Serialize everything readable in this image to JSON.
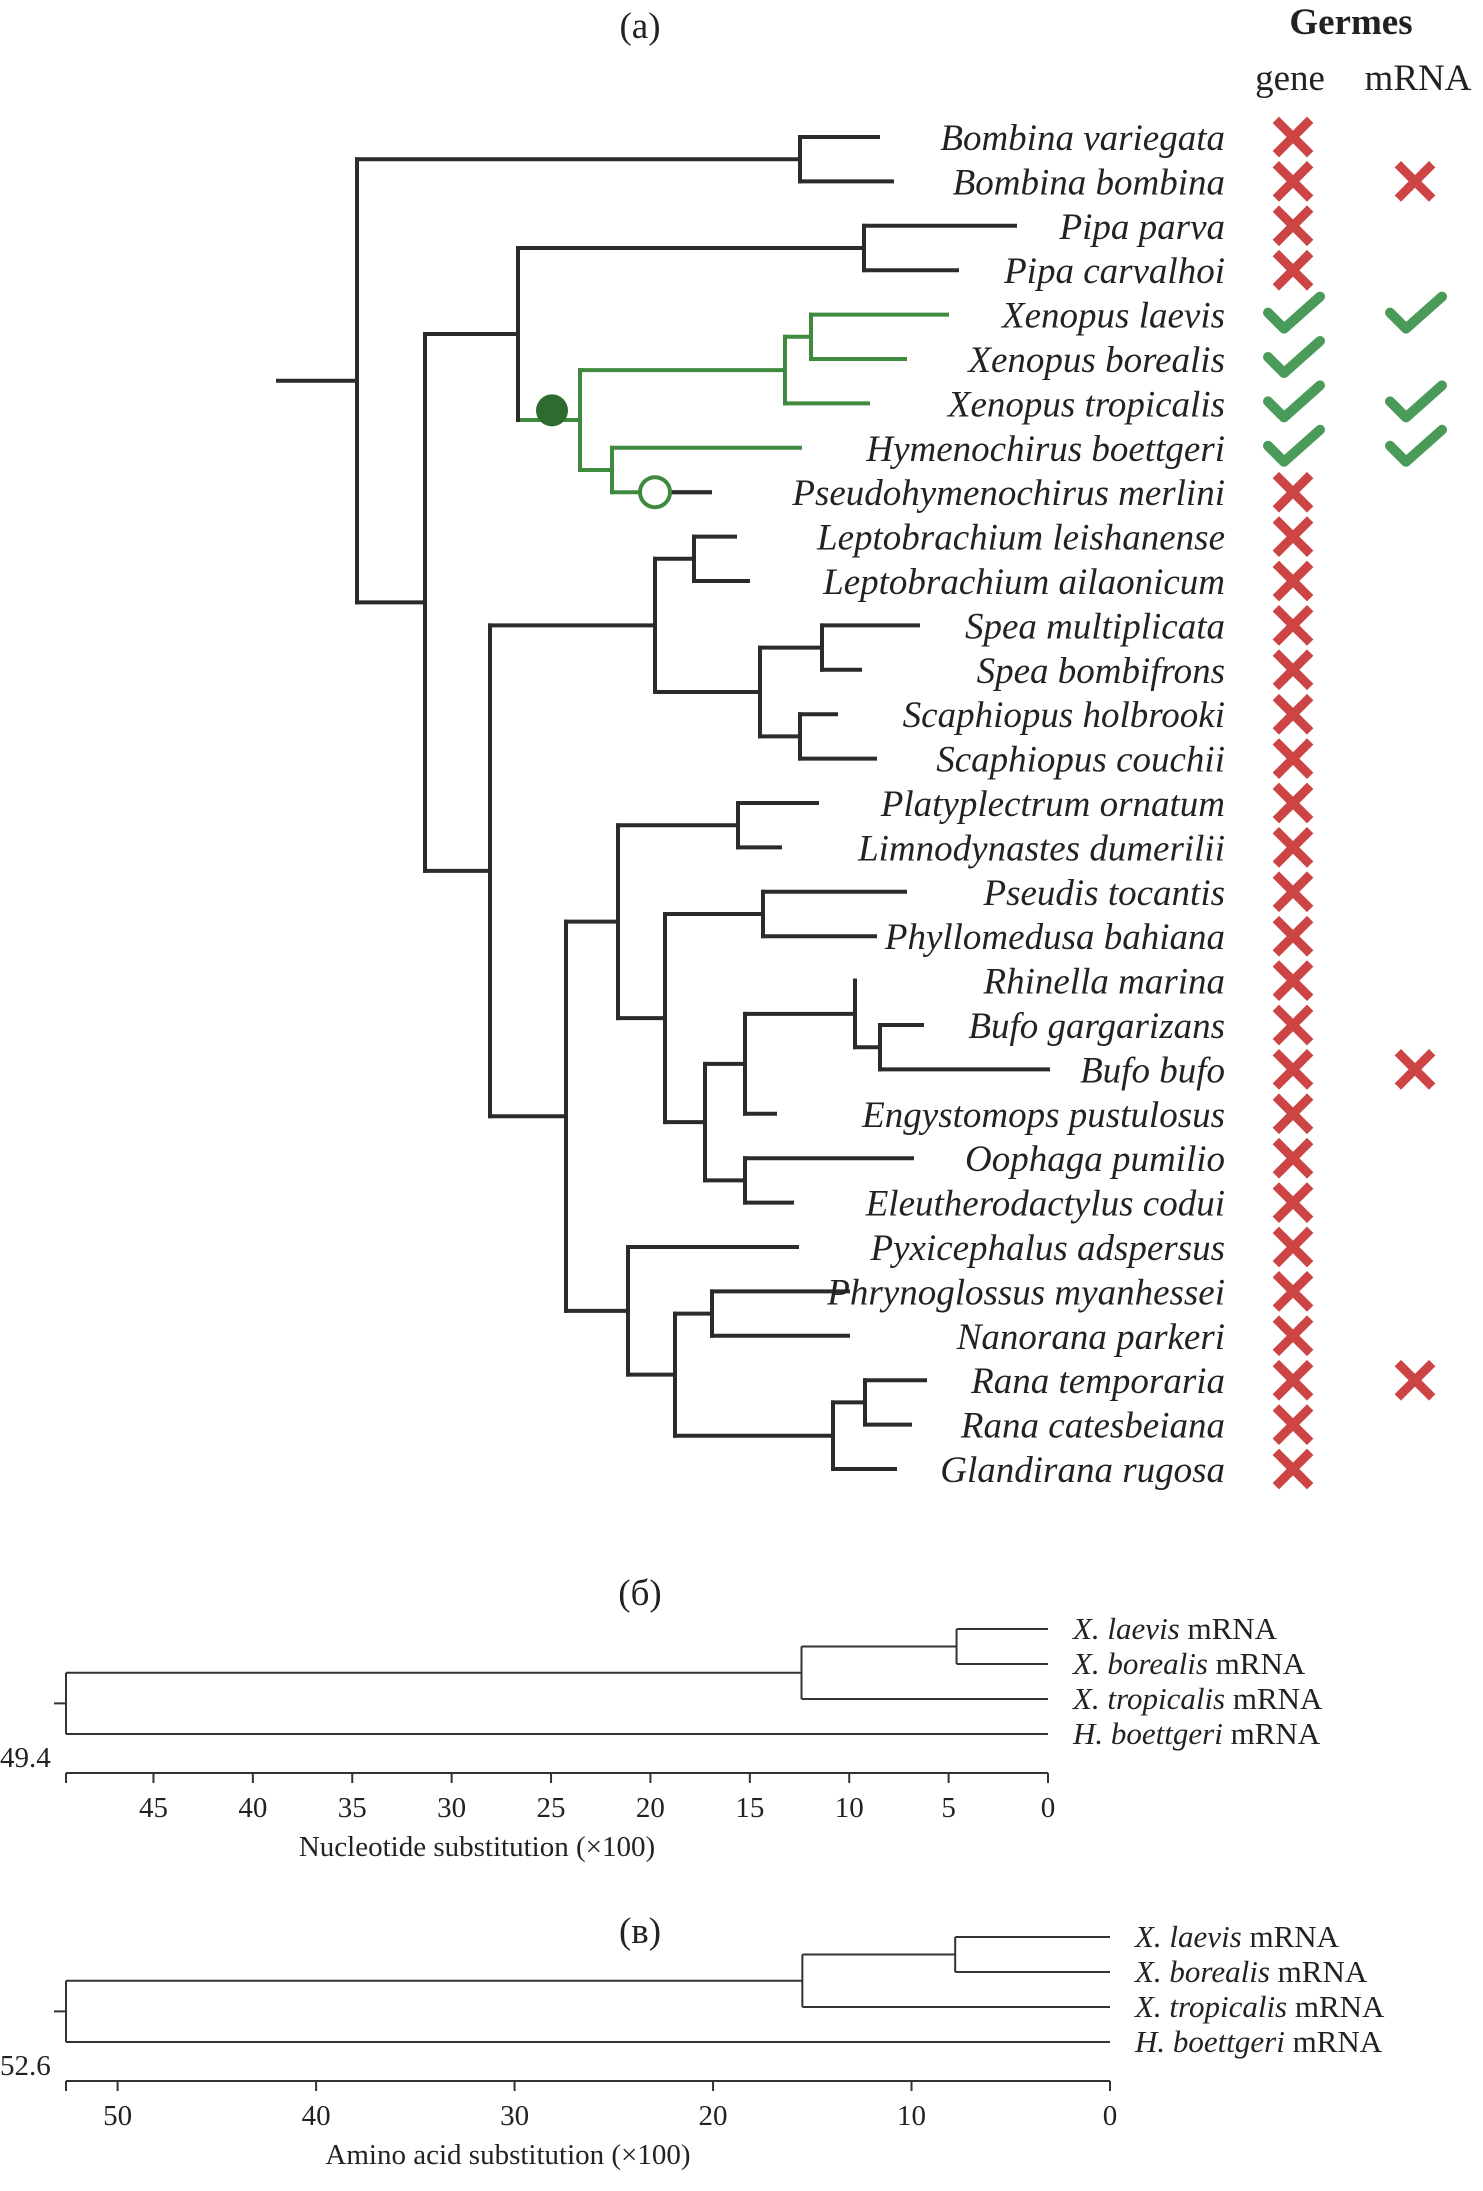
{
  "panel_labels": {
    "a": "(a)",
    "b": "(б)",
    "c": "(в)"
  },
  "header": {
    "title": "Germes",
    "gene": "gene",
    "mrna": "mRNA"
  },
  "colors": {
    "tree": "#2b2b2b",
    "xenopus_clade": "#3f8a3f",
    "cross": "#cc4444",
    "check": "#4a9a5a"
  },
  "species": [
    {
      "name": "Bombina variegata",
      "gene": "absent",
      "mrna": ""
    },
    {
      "name": "Bombina bombina",
      "gene": "absent",
      "mrna": "absent"
    },
    {
      "name": "Pipa parva",
      "gene": "absent",
      "mrna": ""
    },
    {
      "name": "Pipa carvalhoi",
      "gene": "absent",
      "mrna": ""
    },
    {
      "name": "Xenopus laevis",
      "gene": "present",
      "mrna": "present"
    },
    {
      "name": "Xenopus borealis",
      "gene": "present",
      "mrna": ""
    },
    {
      "name": "Xenopus tropicalis",
      "gene": "present",
      "mrna": "present"
    },
    {
      "name": "Hymenochirus boettgeri",
      "gene": "present",
      "mrna": "present"
    },
    {
      "name": "Pseudohymenochirus merlini",
      "gene": "absent",
      "mrna": ""
    },
    {
      "name": "Leptobrachium leishanense",
      "gene": "absent",
      "mrna": ""
    },
    {
      "name": "Leptobrachium ailaonicum",
      "gene": "absent",
      "mrna": ""
    },
    {
      "name": "Spea multiplicata",
      "gene": "absent",
      "mrna": ""
    },
    {
      "name": "Spea bombifrons",
      "gene": "absent",
      "mrna": ""
    },
    {
      "name": "Scaphiopus holbrooki",
      "gene": "absent",
      "mrna": ""
    },
    {
      "name": "Scaphiopus couchii",
      "gene": "absent",
      "mrna": ""
    },
    {
      "name": "Platyplectrum ornatum",
      "gene": "absent",
      "mrna": ""
    },
    {
      "name": "Limnodynastes dumerilii",
      "gene": "absent",
      "mrna": ""
    },
    {
      "name": "Pseudis tocantis",
      "gene": "absent",
      "mrna": ""
    },
    {
      "name": "Phyllomedusa bahiana",
      "gene": "absent",
      "mrna": ""
    },
    {
      "name": "Rhinella marina",
      "gene": "absent",
      "mrna": ""
    },
    {
      "name": "Bufo gargarizans",
      "gene": "absent",
      "mrna": ""
    },
    {
      "name": "Bufo bufo",
      "gene": "absent",
      "mrna": "absent"
    },
    {
      "name": "Engystomops pustulosus",
      "gene": "absent",
      "mrna": ""
    },
    {
      "name": "Oophaga pumilio",
      "gene": "absent",
      "mrna": ""
    },
    {
      "name": "Eleutherodactylus codui",
      "gene": "absent",
      "mrna": ""
    },
    {
      "name": "Pyxicephalus adspersus",
      "gene": "absent",
      "mrna": ""
    },
    {
      "name": "Phrynoglossus myanhessei",
      "gene": "absent",
      "mrna": ""
    },
    {
      "name": "Nanorana parkeri",
      "gene": "absent",
      "mrna": ""
    },
    {
      "name": "Rana temporaria",
      "gene": "absent",
      "mrna": "absent"
    },
    {
      "name": "Rana catesbeiana",
      "gene": "absent",
      "mrna": ""
    },
    {
      "name": "Glandirana rugosa",
      "gene": "absent",
      "mrna": ""
    }
  ],
  "tree_b": {
    "root_value": "49.4",
    "axis_title": "Nucleotide substitution (×100)",
    "ticks": [
      45,
      40,
      35,
      30,
      25,
      20,
      15,
      10,
      5,
      0
    ],
    "x_max": 49.4,
    "leaves": [
      {
        "italic": "X. laevis",
        "rest": " mRNA"
      },
      {
        "italic": "X. borealis",
        "rest": " mRNA"
      },
      {
        "italic": "X. tropicalis",
        "rest": " mRNA"
      },
      {
        "italic": "H. boettgeri",
        "rest": " mRNA"
      }
    ],
    "nodes": {
      "laevis_borealis": 4.6,
      "with_tropicalis": 12.4,
      "root": 49.4
    }
  },
  "tree_c": {
    "root_value": "52.6",
    "axis_title": "Amino acid substitution (×100)",
    "ticks": [
      50,
      40,
      30,
      20,
      10,
      0
    ],
    "x_max": 52.6,
    "leaves": [
      {
        "italic": "X. laevis",
        "rest": " mRNA"
      },
      {
        "italic": "X. borealis",
        "rest": " mRNA"
      },
      {
        "italic": "X. tropicalis",
        "rest": " mRNA"
      },
      {
        "italic": "H. boettgeri",
        "rest": " mRNA"
      }
    ],
    "nodes": {
      "laevis_borealis": 7.8,
      "with_tropicalis": 15.5,
      "root": 52.6
    }
  }
}
